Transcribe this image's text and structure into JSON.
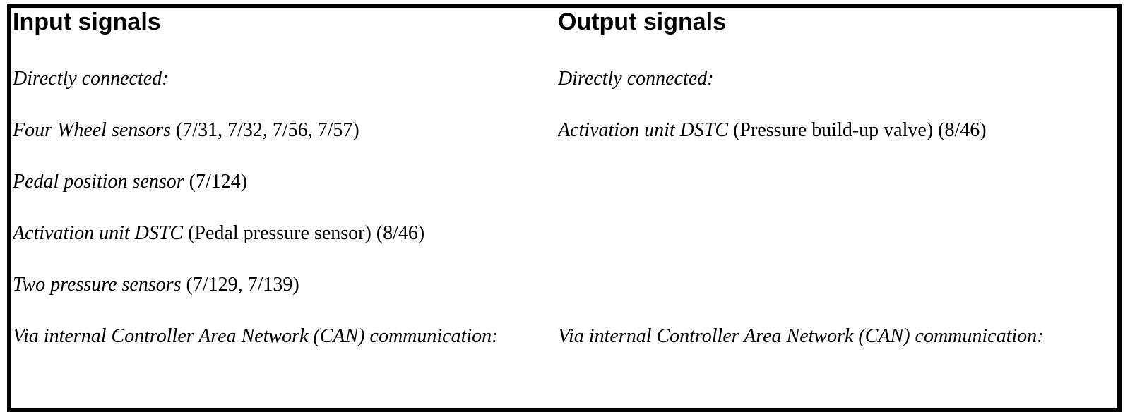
{
  "document": {
    "colors": {
      "background": "#ffffff",
      "border": "#000000",
      "text": "#000000"
    },
    "columns": [
      {
        "header": "Input signals",
        "items": [
          {
            "name": "Directly connected:",
            "detail": ""
          },
          {
            "name": "Four Wheel sensors",
            "detail": " (7/31, 7/32, 7/56, 7/57)"
          },
          {
            "name": "Pedal position sensor",
            "detail": " (7/124)"
          },
          {
            "name": "Activation unit DSTC",
            "detail": " (Pedal pressure sensor) (8/46)"
          },
          {
            "name": "Two pressure sensors",
            "detail": " (7/129, 7/139)"
          },
          {
            "name": "Via internal Controller Area Network (CAN) communication:",
            "detail": ""
          }
        ]
      },
      {
        "header": "Output signals",
        "items": [
          {
            "name": "Directly connected:",
            "detail": ""
          },
          {
            "name": "Activation unit DSTC",
            "detail": " (Pressure build-up valve) (8/46)"
          },
          {
            "name": "",
            "detail": ""
          },
          {
            "name": "",
            "detail": ""
          },
          {
            "name": "",
            "detail": ""
          },
          {
            "name": "Via internal Controller Area Network (CAN) communication:",
            "detail": ""
          }
        ]
      }
    ]
  }
}
